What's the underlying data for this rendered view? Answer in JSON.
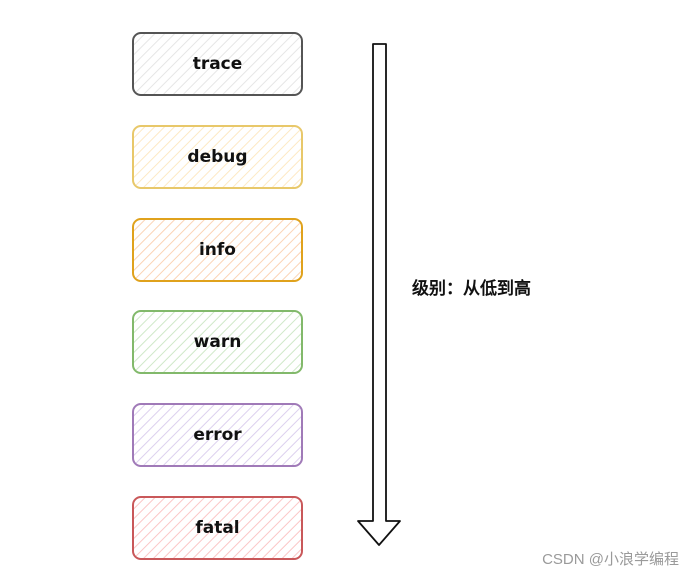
{
  "levels": [
    {
      "label": "trace",
      "stroke": "#555555",
      "fill": "#e6e6e6"
    },
    {
      "label": "debug",
      "stroke": "#e8c86a",
      "fill": "#fde9c4"
    },
    {
      "label": "info",
      "stroke": "#e0a21c",
      "fill": "#fbd3b5"
    },
    {
      "label": "warn",
      "stroke": "#82b96b",
      "fill": "#cfe8c8"
    },
    {
      "label": "error",
      "stroke": "#a07ab8",
      "fill": "#dcd0ee"
    },
    {
      "label": "fatal",
      "stroke": "#c9585a",
      "fill": "#fbc6c6"
    }
  ],
  "arrow_label": "级别：从低到高",
  "watermark": "CSDN @小浪学编程"
}
